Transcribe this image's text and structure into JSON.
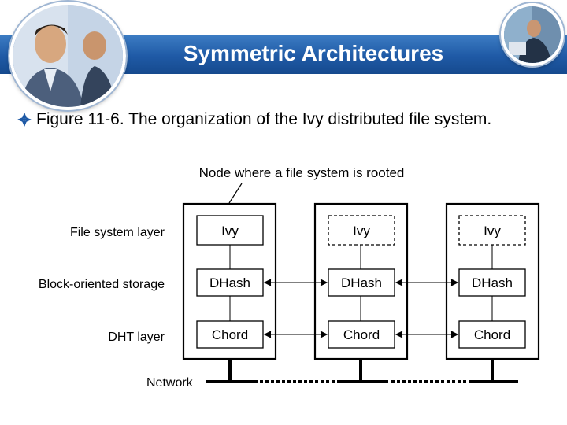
{
  "slide": {
    "title": "Symmetric Architectures",
    "bullet_text": "Figure 11-6. The organization of the Ivy distributed file system.",
    "bullet_icon": "diamond-bullet-icon",
    "accent_color": "#1f5aa6"
  },
  "diagram": {
    "callout": "Node where a file system is rooted",
    "layers": {
      "file_system": "File system layer",
      "block_storage": "Block-oriented storage",
      "dht": "DHT layer"
    },
    "network_label": "Network",
    "nodes": [
      {
        "ivy": "Ivy",
        "dhash": "DHash",
        "chord": "Chord",
        "ivy_border": "solid"
      },
      {
        "ivy": "Ivy",
        "dhash": "DHash",
        "chord": "Chord",
        "ivy_border": "dashed"
      },
      {
        "ivy": "Ivy",
        "dhash": "DHash",
        "chord": "Chord",
        "ivy_border": "dashed"
      }
    ]
  }
}
